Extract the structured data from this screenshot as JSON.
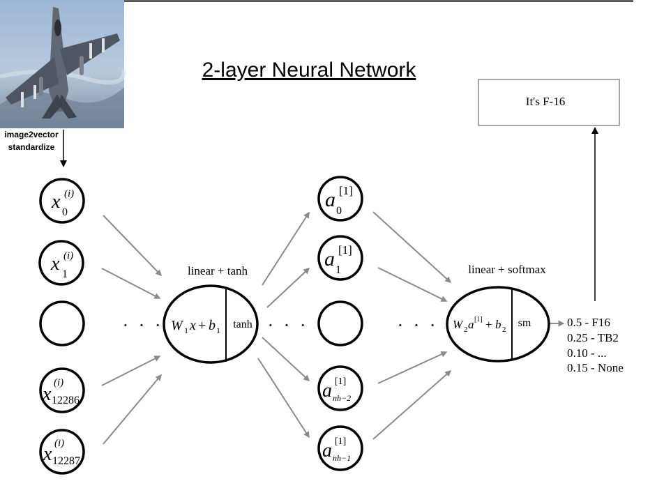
{
  "title": "2-layer Neural Network",
  "preprocess": {
    "line1": "image2vector",
    "line2": "standardize"
  },
  "input_nodes": [
    {
      "base": "x",
      "sub": "0",
      "sup": "(i)"
    },
    {
      "base": "x",
      "sub": "1",
      "sup": "(i)"
    },
    {
      "base": "",
      "sub": "",
      "sup": ""
    },
    {
      "base": "x",
      "sub": "12286",
      "sup": "(i)"
    },
    {
      "base": "x",
      "sub": "12287",
      "sup": "(i)"
    }
  ],
  "hidden_nodes": [
    {
      "base": "a",
      "sub": "0",
      "sup": "[1]"
    },
    {
      "base": "a",
      "sub": "1",
      "sup": "[1]"
    },
    {
      "base": "",
      "sub": "",
      "sup": ""
    },
    {
      "base": "a",
      "sub": "nh−2",
      "sup": "[1]"
    },
    {
      "base": "a",
      "sub": "nh−1",
      "sup": "[1]"
    }
  ],
  "layer1": {
    "label": "linear + tanh",
    "activation": "tanh"
  },
  "layer2": {
    "label": "linear + softmax",
    "activation": "sm"
  },
  "ellipsis": "· · ·",
  "outputs": [
    "0.5 - F16",
    "0.25 - TB2",
    "0.10 - ...",
    "0.15 - None"
  ],
  "result": "It's F-16",
  "colors": {
    "node_stroke": "#000000",
    "connection": "#8a8a8a"
  }
}
